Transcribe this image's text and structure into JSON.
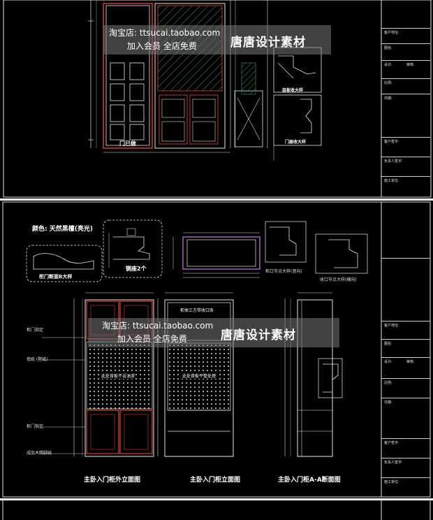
{
  "watermark": {
    "shop": "淘宝店: ttsucai.taobao.com",
    "join": "加入会员 全店免费",
    "brand": "唐唐设计素材"
  },
  "top_sheet": {
    "labels": {
      "door_frame": "门已做",
      "detail_a": "层板收大样",
      "detail_b": "门扇收大样"
    },
    "title_block": {
      "rows": [
        "客户地址:",
        "图名:",
        "设计:",
        "审核:",
        "比例:",
        "日期:",
        "客户签字:",
        "负责人签字:",
        "施工单位:"
      ]
    }
  },
  "bottom_sheet": {
    "labels": {
      "color_note": "颜色: 天然黑檀(亮光)",
      "profile_caption": "柜门断面B大样",
      "hinge_caption": "铡座2个",
      "section_caption_1": "柜口节点大样(竖向)",
      "section_caption_2": "收口节点大样(横向)",
      "note_top_center": "柜体三方带收口条",
      "note_left_1": "柜门指定",
      "note_left_2": "墙纸 (壁纸)",
      "note_left_3": "柜门指定",
      "note_left_4": "成品木踢脚线",
      "panel_text_1": "此处背板不设油漆",
      "panel_text_2": "此处背板平整处理",
      "view_title_1": "主卧入门柜外立面图",
      "view_title_2": "主卧入门柜立面图",
      "view_title_3": "主卧入门柜A-A断面图"
    },
    "title_block": {
      "rows": [
        "客户地址:",
        "图名:",
        "设计:",
        "审核:",
        "比例:",
        "日期:",
        "客户签字:",
        "负责人签字:",
        "施工单位:"
      ]
    }
  }
}
